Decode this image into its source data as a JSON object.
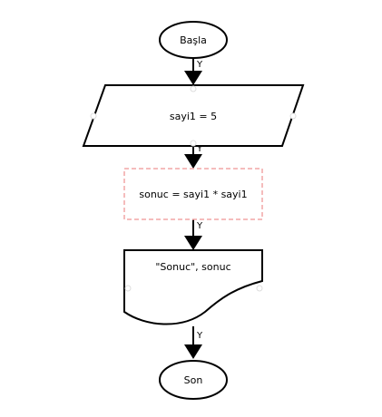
{
  "flowchart": {
    "nodes": {
      "start": {
        "shape": "terminator",
        "label": "Başla"
      },
      "assign": {
        "shape": "input-output",
        "label": "sayi1 = 5"
      },
      "process": {
        "shape": "process",
        "label": "sonuc = sayi1 * sayi1"
      },
      "output": {
        "shape": "display",
        "label": "\"Sonuc\", sonuc"
      },
      "end": {
        "shape": "terminator",
        "label": "Son"
      }
    },
    "edges": [
      {
        "from": "start",
        "to": "assign",
        "label": "Y"
      },
      {
        "from": "assign",
        "to": "process",
        "label": "Y"
      },
      {
        "from": "process",
        "to": "output",
        "label": "Y"
      },
      {
        "from": "output",
        "to": "end",
        "label": "Y"
      }
    ],
    "selected_node": "process",
    "colors": {
      "stroke": "#000000",
      "selection": "#f2a6a6",
      "handle": "#dddddd",
      "background": "#ffffff"
    }
  }
}
